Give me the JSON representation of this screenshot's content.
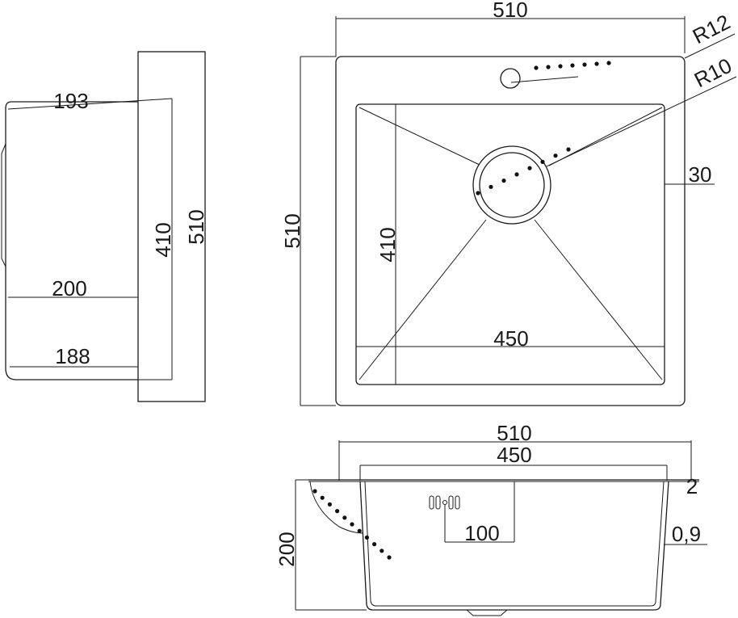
{
  "side_view": {
    "depth_top": "193",
    "depth_mid": "200",
    "depth_bottom": "188",
    "inner_height": "410",
    "outer_height": "510"
  },
  "top_view": {
    "width": "510",
    "height": "510",
    "corner_radius_outer": "R12",
    "corner_radius_inner": "R10",
    "rim_width": "30",
    "bowl_height": "410",
    "bowl_width": "450"
  },
  "front_view": {
    "width_outer": "510",
    "width_inner": "450",
    "depth": "200",
    "overflow_offset": "100",
    "flange_thickness": "2",
    "wall_thickness": "0,9"
  }
}
